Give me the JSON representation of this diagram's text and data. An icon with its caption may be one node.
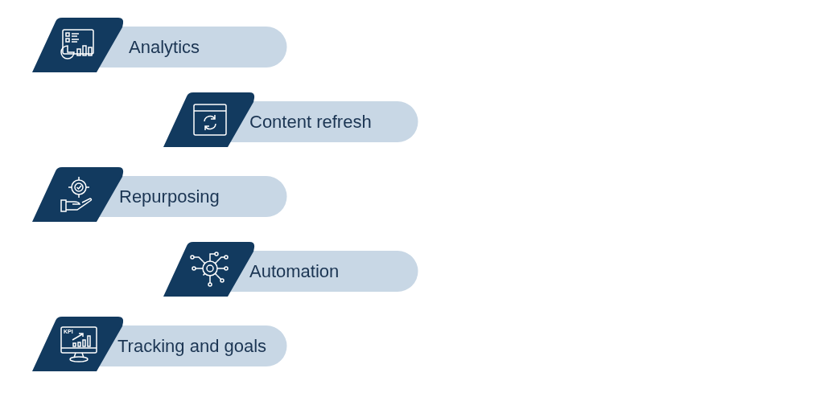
{
  "diagram": {
    "nodes": [
      {
        "text": [
          "Analytics"
        ]
      },
      {
        "text": [
          "Content refresh"
        ]
      },
      {
        "text": [
          "Repurposing"
        ]
      },
      {
        "text": [
          "Automation"
        ]
      },
      {
        "text": [
          "Tracking and goals"
        ]
      }
    ],
    "labels": [
      "KPI"
    ]
  }
}
